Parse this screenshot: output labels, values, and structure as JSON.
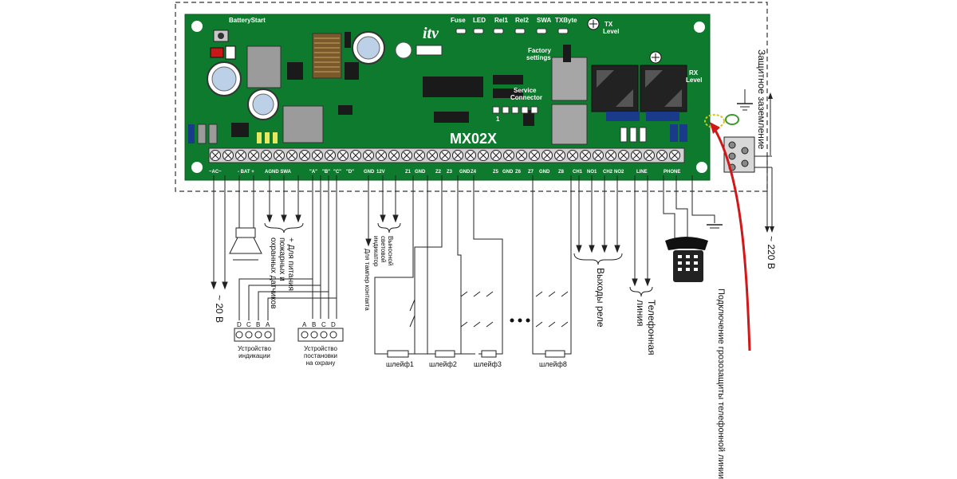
{
  "board": {
    "model": "MX02X",
    "battery_start": "BatteryStart",
    "leds": [
      "Fuse",
      "LED",
      "Rel1",
      "Rel2",
      "SWA",
      "TXByte"
    ],
    "tx_level": [
      "TX",
      "Level"
    ],
    "rx_level": [
      "RX",
      "Level"
    ],
    "factory_settings": [
      "Factory",
      "settings"
    ],
    "service_connector": [
      "Service",
      "Connector"
    ],
    "jumper_mark": "1",
    "terminal_labels": [
      "~AC~",
      "- BAT +",
      "AGND SWA",
      "\"A\"",
      "\"B\"",
      "\"C\"",
      "\"D\"",
      "GND",
      "12V",
      "Z1",
      "GND",
      "Z2",
      "Z3",
      "GND",
      "Z4",
      "Z5",
      "GND",
      "Z6",
      "Z7",
      "GND",
      "Z8",
      "CH1",
      "NO1",
      "CH2",
      "NO2",
      "LINE",
      "PHONE"
    ]
  },
  "annotations": {
    "ground": "Защитное заземление",
    "mains": "~ 220 В",
    "ac20": "~ 20 В",
    "sensor_power": "+ Для питания пожарных и охранных датчиков",
    "remote_led": "Выносной световой индикатор",
    "tamper": "Для тампер контакта",
    "relay_outputs": "Выходы реле",
    "phone_line": "Телефонная линия",
    "lightning": "Подключение грозозащиты телефонной линии",
    "dev1": [
      "Устройство",
      "индикации"
    ],
    "dev2": [
      "Устройство",
      "постановки",
      "на охрану"
    ],
    "dev1_pins": [
      "D",
      "C",
      "B",
      "A"
    ],
    "dev2_pins": [
      "A",
      "B",
      "C",
      "D"
    ],
    "loops": [
      "шлейф1",
      "шлейф2",
      "шлейф3",
      "шлейф8"
    ]
  },
  "colors": {
    "pcb": "#0e7a2d",
    "lightning_arrow": "#d01818",
    "chip": "#1a1a1a",
    "relay": "#a6a6a6"
  }
}
